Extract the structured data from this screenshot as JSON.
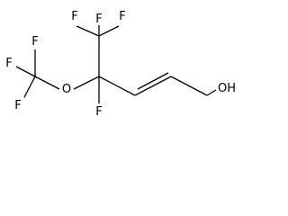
{
  "molecule": {
    "atoms": [
      {
        "id": "f_top_left",
        "symbol": "F"
      },
      {
        "id": "f_top_right",
        "symbol": "F"
      },
      {
        "id": "f_mid",
        "symbol": "F"
      },
      {
        "id": "f_ocf3_top",
        "symbol": "F"
      },
      {
        "id": "f_ocf3_left",
        "symbol": "F"
      },
      {
        "id": "f_ocf3_bottom",
        "symbol": "F"
      },
      {
        "id": "oxygen",
        "symbol": "O"
      },
      {
        "id": "f_quaternary",
        "symbol": "F"
      },
      {
        "id": "hydroxyl",
        "symbol": "OH"
      }
    ],
    "colors": {
      "ink": "#000000",
      "background": "#ffffff"
    }
  }
}
